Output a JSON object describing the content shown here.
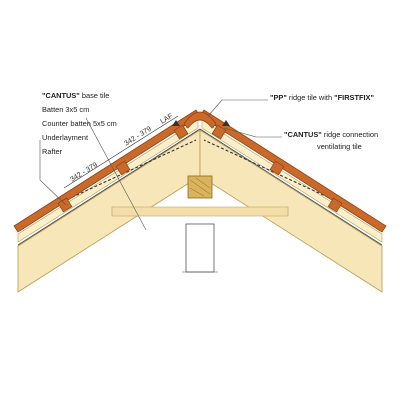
{
  "labels": {
    "base_tile": {
      "bold": "\"CANTUS\"",
      "rest": " base tile"
    },
    "batten": "Batten 3x5 cm",
    "counter_batten": "Counter batten 5x5 cm",
    "underlayment": "Underlayment",
    "rafter": "Rafter",
    "ridge_tile": {
      "bold1": "\"PP\"",
      "mid": " ridge tile with ",
      "bold2": "\"FIRSTFIX\""
    },
    "ridge_conn_line1": {
      "bold": "\"CANTUS\"",
      "rest": " ridge connection"
    },
    "ridge_conn_line2": "ventilating tile"
  },
  "dimensions": {
    "spacing_1": "342 - 379",
    "spacing_2": "342 - 379",
    "laf": "LAF"
  },
  "colors": {
    "tile": "#c96a2a",
    "tile_dark": "#8e4214",
    "wood": "#f6e6b8",
    "wood_edge": "#b99a52",
    "ridge_beam": "#d9b45c"
  }
}
